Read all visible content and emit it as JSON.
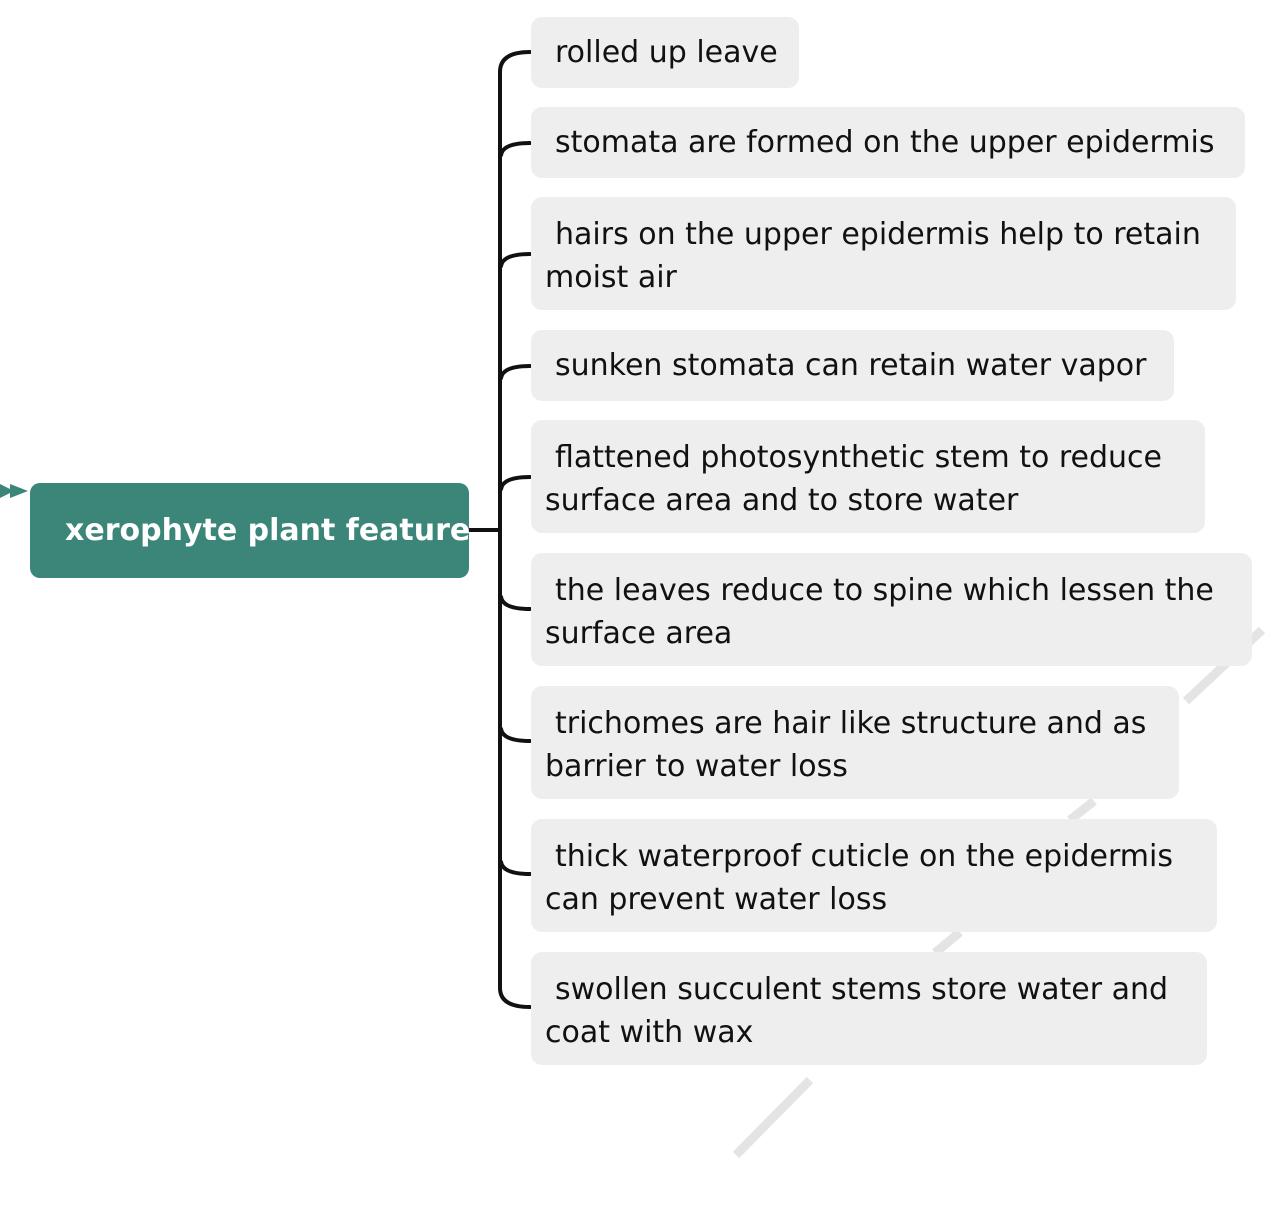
{
  "root": {
    "label": "xerophyte plant feature"
  },
  "branches": [
    {
      "label": "rolled up leave"
    },
    {
      "label": "stomata are formed on the upper epidermis"
    },
    {
      "label": "hairs on the upper epidermis help to retain moist air"
    },
    {
      "label": "sunken stomata can retain water vapor"
    },
    {
      "label": "flattened photosynthetic stem to reduce surface area and to store water"
    },
    {
      "label": "the leaves reduce to spine which lessen the surface area"
    },
    {
      "label": "trichomes are hair like structure and as barrier to water loss"
    },
    {
      "label": "thick waterproof cuticle on the epidermis can prevent water loss"
    },
    {
      "label": "swollen succulent stems store water and coat with wax"
    }
  ],
  "colors": {
    "root_fill": "#3b8579",
    "branch_fill": "#eeeeee",
    "connector": "#111111",
    "watermark": "#e4e4e4"
  }
}
